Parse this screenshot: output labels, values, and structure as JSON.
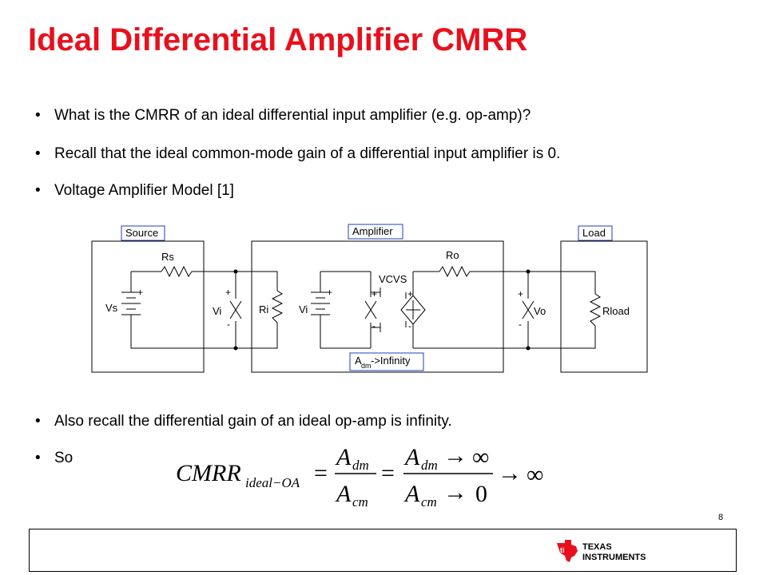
{
  "slide": {
    "title": "Ideal Differential Amplifier CMRR",
    "bullets": [
      {
        "text": "What is the CMRR of an ideal differential input amplifier (e.g. op-amp)?"
      },
      {
        "text": "Recall that the ideal common-mode gain of a differential input amplifier is 0."
      },
      {
        "text": "Voltage Amplifier Model [1]"
      },
      {
        "text": "Also recall the differential gain of an ideal op-amp is infinity."
      },
      {
        "text": "So"
      }
    ],
    "bullet_char": "•",
    "page_number": "8"
  },
  "circuit": {
    "source_label": "Source",
    "amplifier_label": "Amplifier",
    "load_label": "Load",
    "rs_label": "Rs",
    "vs_label": "Vs",
    "vi_label": "Vi",
    "ri_label": "Ri",
    "vcvs_label": "VCVS",
    "ro_label": "Ro",
    "vo_label": "Vo",
    "rload_label": "Rload",
    "gain_A": "A",
    "gain_sub": "dm",
    "gain_text": "->Infinity",
    "plus": "+",
    "minus": "-"
  },
  "formula": {
    "lhs": "CMRR",
    "lhs_sub": "ideal−OA",
    "eq": "=",
    "A": "A",
    "dm": "dm",
    "cm": "cm",
    "arrow": "→",
    "infinity": "∞",
    "zero": "0"
  },
  "logo": {
    "line1": "TEXAS",
    "line2": "INSTRUMENTS",
    "brand_color": "#e8101c"
  },
  "colors": {
    "title": "#e8101c",
    "label_box_border": "#1f3fb8"
  }
}
